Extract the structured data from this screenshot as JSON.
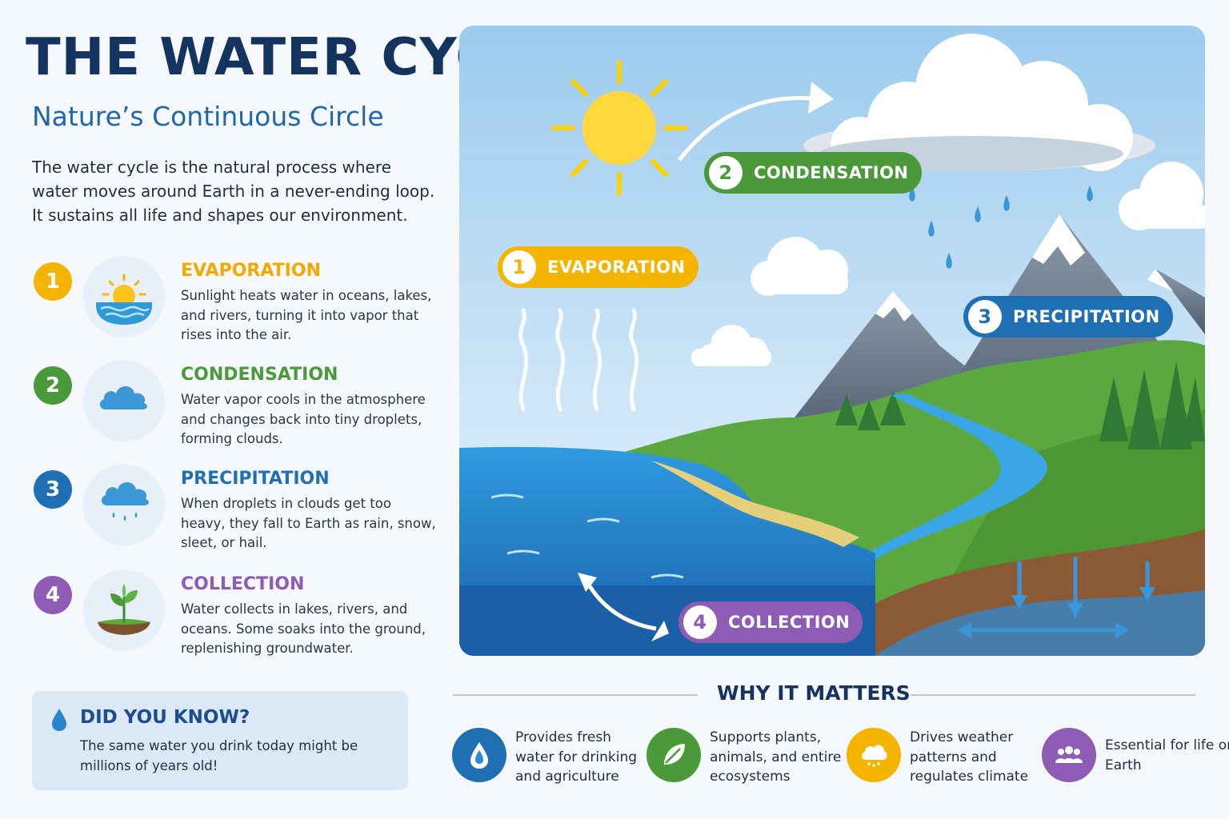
{
  "header": {
    "title": "THE WATER CYCLE",
    "subtitle": "Nature’s Continuous Circle",
    "intro": "The water cycle is the natural process where water moves around Earth in a never-ending loop. It sustains all life and shapes our environment."
  },
  "steps": [
    {
      "num": "1",
      "title": "EVAPORATION",
      "desc": "Sunlight heats water in oceans, lakes, and rivers, turning it into vapor that rises into the air.",
      "color": "#f5b400",
      "icon": "sun-over-water-icon"
    },
    {
      "num": "2",
      "title": "CONDENSATION",
      "desc": "Water vapor cools in the atmosphere and changes back into tiny droplets, forming clouds.",
      "color": "#4a9a3a",
      "icon": "cloud-icon"
    },
    {
      "num": "3",
      "title": "PRECIPITATION",
      "desc": "When droplets in clouds get too heavy, they fall to Earth as rain, snow, sleet, or hail.",
      "color": "#1f6fb5",
      "icon": "rain-cloud-icon"
    },
    {
      "num": "4",
      "title": "COLLECTION",
      "desc": "Water collects in lakes, rivers, and oceans. Some soaks into the ground, replenishing groundwater.",
      "color": "#8e5bb5",
      "icon": "sprout-icon"
    }
  ],
  "did_you_know": {
    "title": "DID YOU KNOW?",
    "text": "The same water you drink today might be millions of years old!"
  },
  "diagram_labels": {
    "evaporation": {
      "num": "1",
      "label": "EVAPORATION"
    },
    "condensation": {
      "num": "2",
      "label": "CONDENSATION"
    },
    "precipitation": {
      "num": "3",
      "label": "PRECIPITATION"
    },
    "collection": {
      "num": "4",
      "label": "COLLECTION"
    }
  },
  "why_it_matters": {
    "title": "WHY IT MATTERS",
    "items": [
      {
        "text": "Provides fresh water for drinking and agriculture",
        "color": "#1f6fb5",
        "icon": "water-drop-icon"
      },
      {
        "text": "Supports plants, animals, and entire ecosystems",
        "color": "#4a9a3a",
        "icon": "leaf-icon"
      },
      {
        "text": "Drives weather patterns and regulates climate",
        "color": "#f5b400",
        "icon": "weather-cloud-icon"
      },
      {
        "text": "Essential for life on Earth",
        "color": "#8e5bb5",
        "icon": "people-icon"
      }
    ]
  },
  "colors": {
    "title": "#14335f",
    "subtitle": "#1f66ad",
    "evaporation": "#f5b400",
    "condensation": "#4a9a3a",
    "precipitation": "#1f6fb5",
    "collection": "#8e5bb5"
  }
}
